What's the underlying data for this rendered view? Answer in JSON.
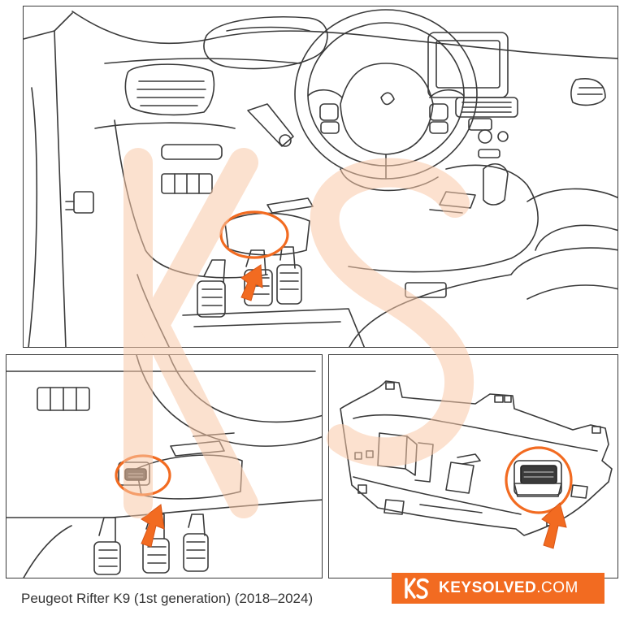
{
  "caption": "Peugeot Rifter K9 (1st generation) (2018–2024)",
  "brand": {
    "name": "KEYSOLVED",
    "tld": ".COM",
    "color": "#f26b21"
  },
  "colors": {
    "accent": "#f26b21",
    "watermark": "#f9c9a8",
    "line": "#3a3a3a"
  },
  "icons": {
    "logo": "ks-monogram-icon",
    "arrow": "arrow-up-icon",
    "highlight": "highlight-circle-icon"
  }
}
